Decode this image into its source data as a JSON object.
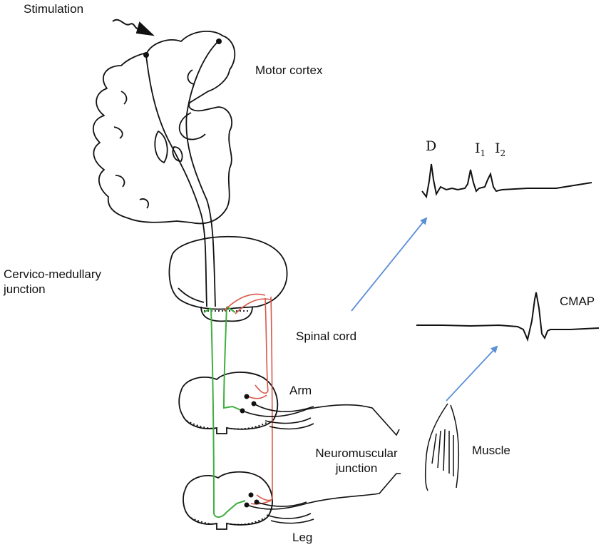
{
  "labels": {
    "stimulation": "Stimulation",
    "motor_cortex": "Motor cortex",
    "cervico_medullary": "Cervico-medullary junction",
    "spinal_cord": "Spinal cord",
    "arm": "Arm",
    "leg": "Leg",
    "neuromuscular_junction": "Neuromuscular junction",
    "muscle": "Muscle",
    "cmap": "CMAP"
  },
  "waveform_labels": {
    "d_wave": "D",
    "i1_wave": "I",
    "i1_sub": "1",
    "i2_wave": "I",
    "i2_sub": "2"
  },
  "colors": {
    "ink": "#111111",
    "arrow": "#5b8fd6",
    "green_pathway": "#3fae3f",
    "red_pathway": "#d8574a"
  }
}
